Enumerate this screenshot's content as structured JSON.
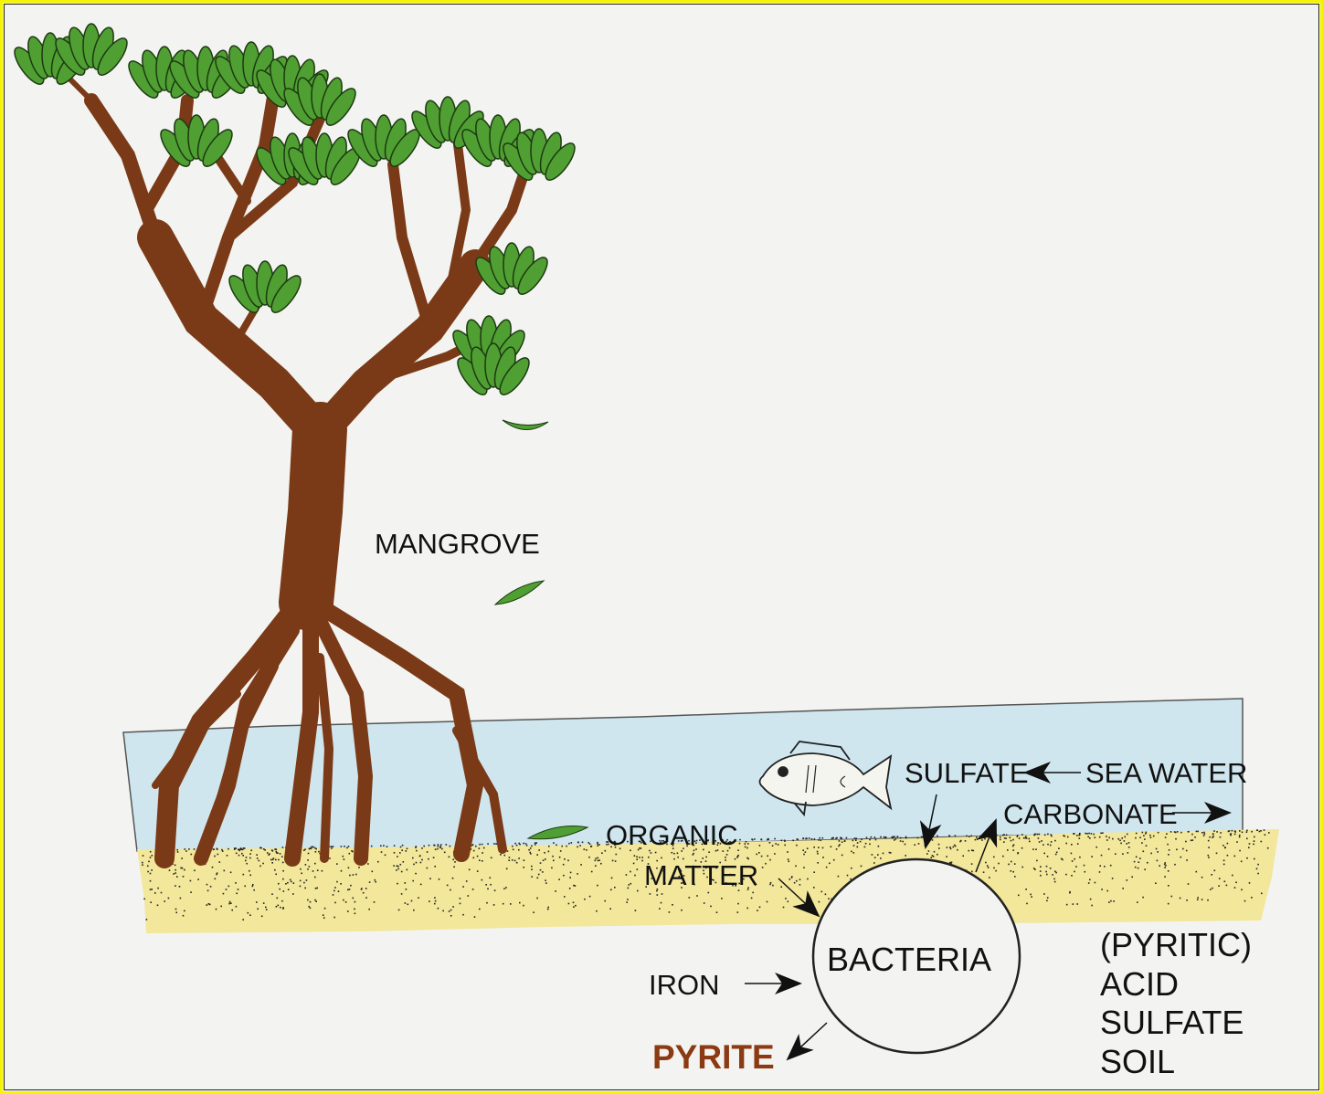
{
  "colors": {
    "background": "#f3f4f1",
    "frame": "#f5f500",
    "water": "#cfe6ee",
    "sand": "#f2e79a",
    "trunk": "#7b3a17",
    "leaf": "#4f9f33",
    "pyrite": "#8b3a12"
  },
  "labels": {
    "mangrove": "MANGROVE",
    "organic": "ORGANIC",
    "matter": "MATTER",
    "sulfate": "SULFATE",
    "sea_water": "SEA WATER",
    "carbonate": "CARBONATE",
    "bacteria": "BACTERIA",
    "iron": "IRON",
    "pyrite": "PYRITE",
    "soil_lines": [
      "(PYRITIC)",
      "ACID",
      "SULFATE",
      "SOIL"
    ]
  },
  "icons": [
    "mangrove-tree-icon",
    "fish-icon",
    "falling-leaf-icon"
  ]
}
